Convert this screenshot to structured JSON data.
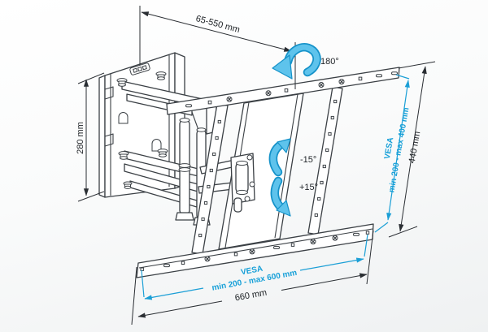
{
  "diagram": {
    "subject": "articulating-tv-wall-mount-technical-diagram",
    "colors": {
      "accent_cyan": "#1b9fd6",
      "accent_cyan_fill": "#5ec3ec",
      "line_art": "#3b4045",
      "dimension_line": "#2a2e33",
      "background": "#f3f4f5"
    },
    "labels": {
      "extension_range": "65-550 mm",
      "swivel": "180°",
      "plate_height": "280 mm",
      "tilt_up": "-15°",
      "tilt_down": "+15°",
      "vesa_v1": "VESA",
      "vesa_v2": "min 200 - max 400 mm",
      "height_440": "440 mm",
      "vesa_h1": "VESA",
      "vesa_h2": "min 200 - max 600 mm",
      "width_660": "660 mm"
    },
    "icons": [
      "rotation-180-arrow",
      "tilt-up-arrow",
      "tilt-down-arrow"
    ]
  }
}
